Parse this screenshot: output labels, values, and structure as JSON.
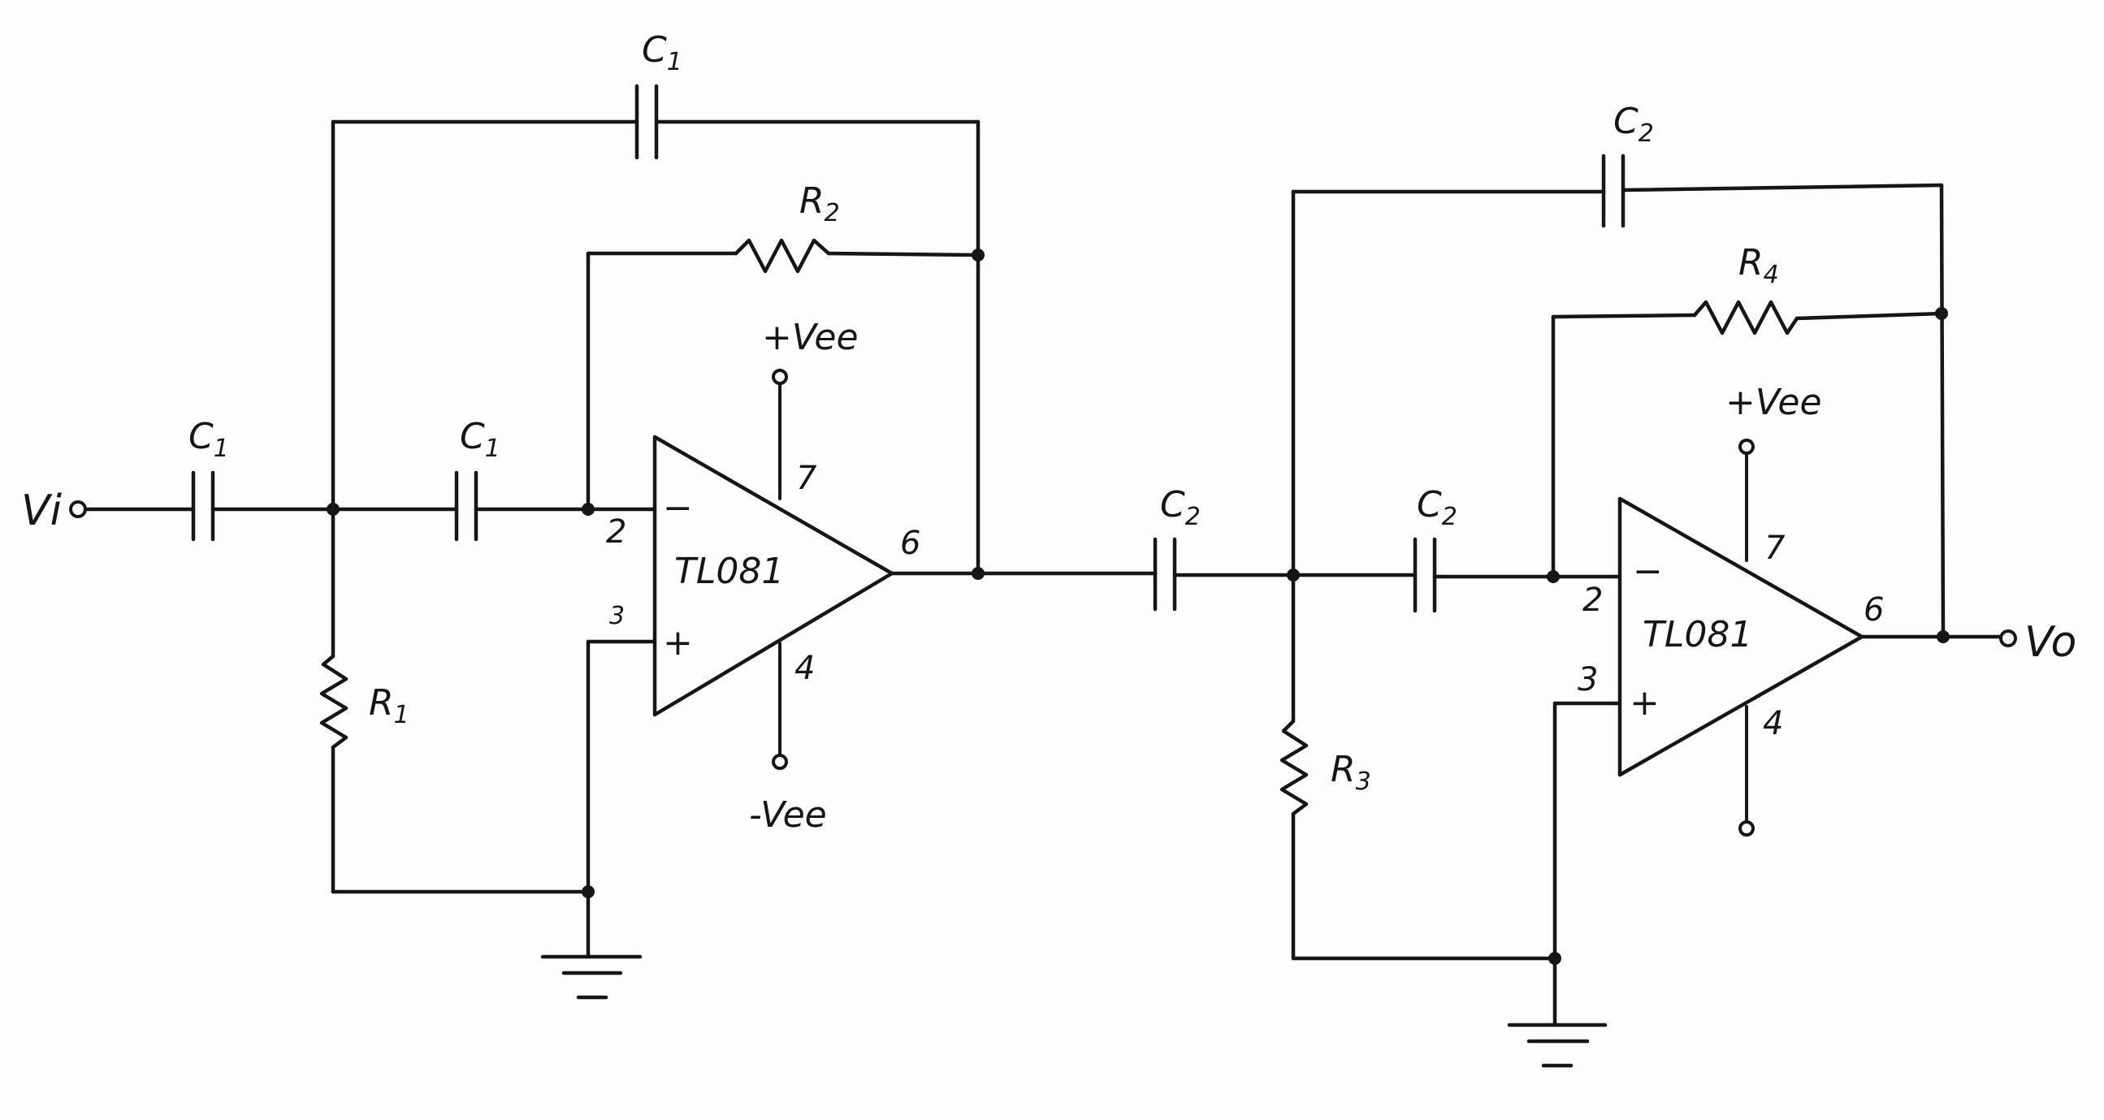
{
  "input_label": "Vi",
  "output_label": "Vo",
  "stage1": {
    "opamp_label": "TL081",
    "supply_pos": "+Vee",
    "supply_neg": "-Vee",
    "pin_inv": "2",
    "pin_noninv": "3",
    "pin_out": "6",
    "pin_vpos": "7",
    "pin_vneg": "4",
    "sign_inv": "−",
    "sign_noninv": "+",
    "cap_label": "C",
    "cap_sub": "1",
    "res_in_label": "R",
    "res_in_sub": "1",
    "res_fb_label": "R",
    "res_fb_sub": "2"
  },
  "stage2": {
    "opamp_label": "TL081",
    "supply_pos": "+Vee",
    "pin_inv": "2",
    "pin_noninv": "3",
    "pin_out": "6",
    "pin_vpos": "7",
    "pin_vneg": "4",
    "sign_inv": "−",
    "sign_noninv": "+",
    "cap_label": "C",
    "cap_sub": "2",
    "res_in_label": "R",
    "res_in_sub": "3",
    "res_fb_label": "R",
    "res_fb_sub": "4"
  }
}
